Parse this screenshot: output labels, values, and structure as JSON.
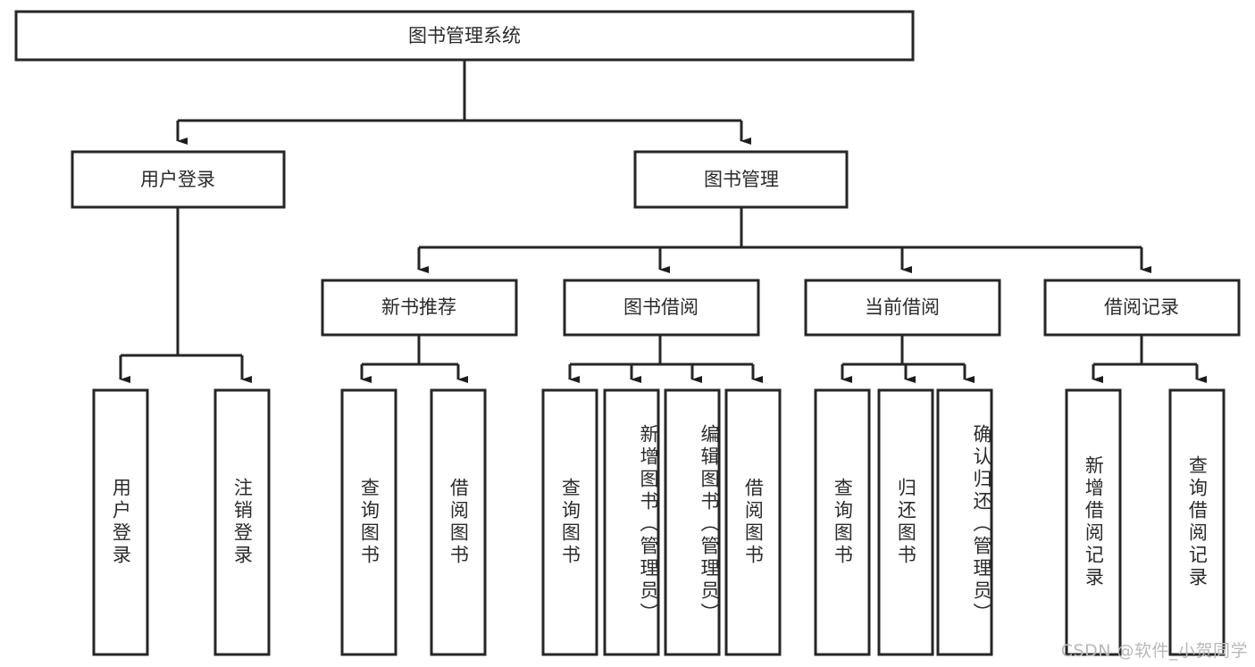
{
  "diagram": {
    "title": "图书管理系统",
    "type": "tree-hierarchy-chart",
    "root": {
      "label": "图书管理系统"
    },
    "level2": [
      {
        "label": "用户登录"
      },
      {
        "label": "图书管理"
      }
    ],
    "level3": [
      {
        "label": "新书推荐"
      },
      {
        "label": "图书借阅"
      },
      {
        "label": "当前借阅"
      },
      {
        "label": "借阅记录"
      }
    ],
    "leaves": {
      "user_login": [
        {
          "label": "用户登录"
        },
        {
          "label": "注销登录"
        }
      ],
      "new_book_recommend": [
        {
          "label": "查询图书"
        },
        {
          "label": "借阅图书"
        }
      ],
      "book_borrow": [
        {
          "label": "查询图书"
        },
        {
          "label": "新增图书（管理员）"
        },
        {
          "label": "编辑图书（管理员）"
        },
        {
          "label": "借阅图书"
        }
      ],
      "current_borrow": [
        {
          "label": "查询图书"
        },
        {
          "label": "归还图书"
        },
        {
          "label": "确认归还（管理员）"
        }
      ],
      "borrow_record": [
        {
          "label": "新增借阅记录"
        },
        {
          "label": "查询借阅记录"
        }
      ]
    }
  },
  "watermark": {
    "text": "CSDN @软件_小贺同学"
  },
  "colors": {
    "stroke": "#262626",
    "box_fill": "#ffffff",
    "text": "#2b2b2b",
    "watermark": "#b9b9b9",
    "background": "#ffffff"
  }
}
